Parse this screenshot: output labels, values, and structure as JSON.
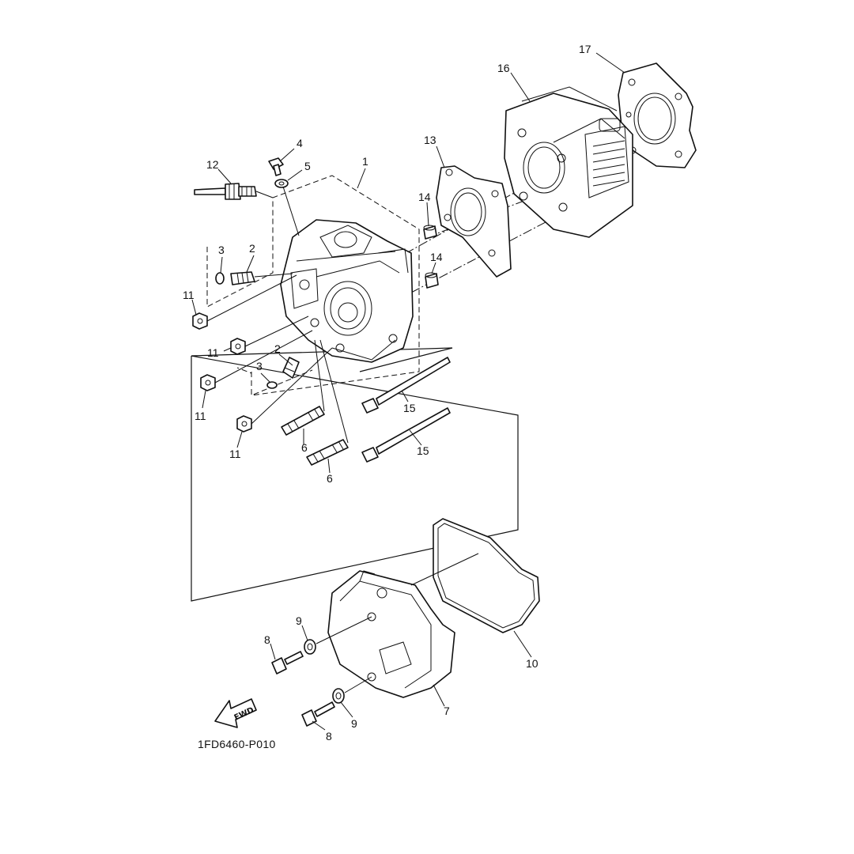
{
  "diagram": {
    "drawing_code": "1FD6460-P010",
    "fwd_arrow_text": "FWD",
    "callouts": {
      "c1": "1",
      "c2a": "2",
      "c2b": "2",
      "c3a": "3",
      "c3b": "3",
      "c4": "4",
      "c5": "5",
      "c6a": "6",
      "c6b": "6",
      "c7": "7",
      "c8a": "8",
      "c8b": "8",
      "c9a": "9",
      "c9b": "9",
      "c10": "10",
      "c11a": "11",
      "c11b": "11",
      "c11c": "11",
      "c11d": "11",
      "c12": "12",
      "c13": "13",
      "c14a": "14",
      "c14b": "14",
      "c15a": "15",
      "c15b": "15",
      "c16": "16",
      "c17": "17"
    }
  }
}
